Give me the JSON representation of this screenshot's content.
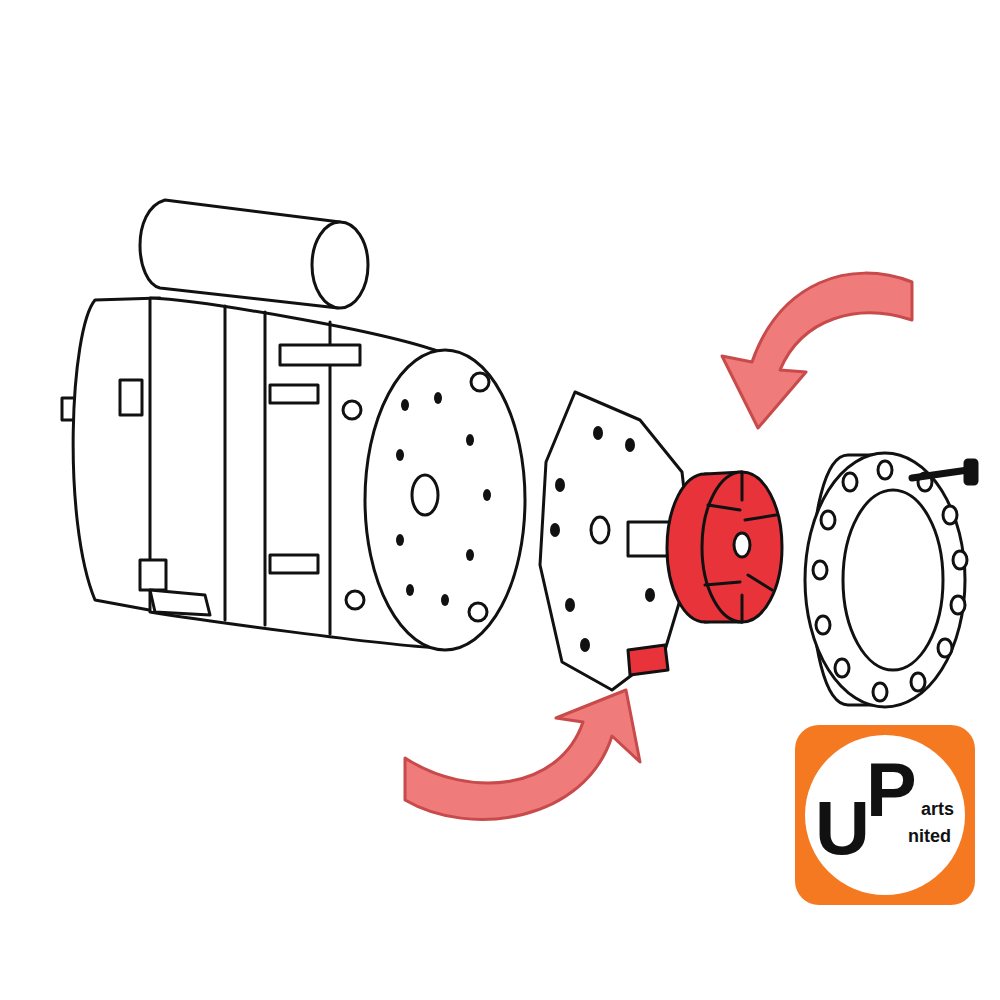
{
  "diagram": {
    "labels": [
      "U",
      "P",
      "arts",
      "nited"
    ]
  }
}
